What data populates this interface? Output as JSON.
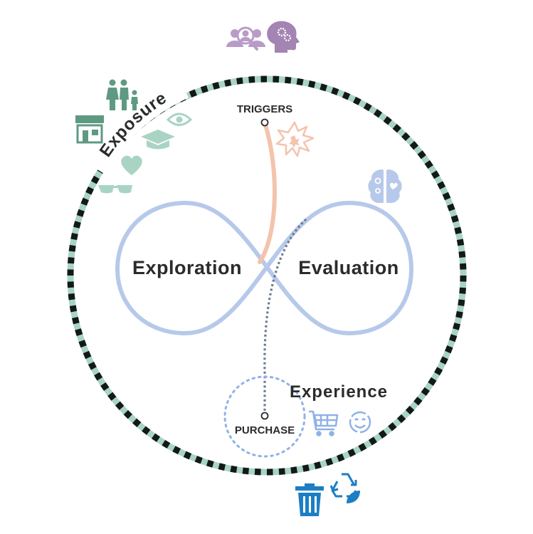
{
  "labels": {
    "exposure": "Exposure",
    "exploration": "Exploration",
    "evaluation": "Evaluation",
    "experience": "Experience",
    "triggers": "TRIGGERS",
    "purchase": "PURCHASE"
  },
  "colors": {
    "ring_dark": "#121a18",
    "ring_light": "#a9d4c4",
    "loop": "#b7c9ea",
    "trigger_line": "#f4c3ac",
    "purchase_line": "#6c7a90",
    "purchase_circle": "#8fb2e6",
    "exposure_icons": "#5e9a82",
    "top_icons": "#b99bc7",
    "brain_icon": "#b7c9ea",
    "experience_icons": "#8fb2e6",
    "recycle_icons": "#1d7ec4"
  },
  "icons": {
    "top": [
      "people-search-icon",
      "head-gears-icon"
    ],
    "exposure": [
      "family-icon",
      "shop-icon",
      "eye-icon",
      "graduation-cap-icon",
      "heart-icon",
      "sunglasses-icon"
    ],
    "evaluation": [
      "brain-icon"
    ],
    "triggers": [
      "burst-icon"
    ],
    "experience": [
      "shopping-cart-icon",
      "smiley-icon"
    ],
    "disposal": [
      "trash-bin-icon",
      "recycle-icon"
    ]
  }
}
